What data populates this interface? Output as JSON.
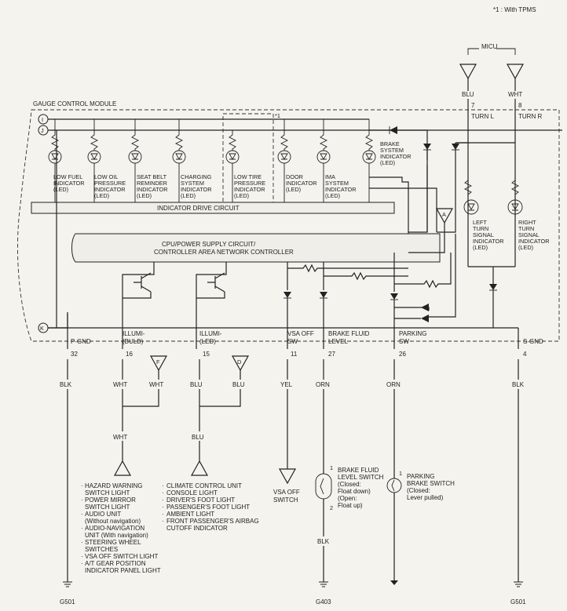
{
  "note": "*1 : With TPMS",
  "module_title": "GAUGE CONTROL MODULE",
  "micu": {
    "label": "MICU",
    "left_color": "BLU",
    "right_color": "WHT",
    "left_pin": "7",
    "right_pin": "8",
    "left_func": "TURN L",
    "right_func": "TURN R"
  },
  "terminals": {
    "i": "I",
    "j": "J",
    "k": "K"
  },
  "tpms_mark": "*1",
  "indicators": [
    {
      "l1": "LOW FUEL",
      "l2": "INDICATOR",
      "l3": "(LED)",
      "l4": ""
    },
    {
      "l1": "LOW OIL",
      "l2": "PRESSURE",
      "l3": "INDICATOR",
      "l4": "(LED)"
    },
    {
      "l1": "SEAT BELT",
      "l2": "REMINDER",
      "l3": "INDICATOR",
      "l4": "(LED)"
    },
    {
      "l1": "CHARGING",
      "l2": "SYSTEM",
      "l3": "INDICATOR",
      "l4": "(LED)"
    },
    {
      "l1": "LOW TIRE",
      "l2": "PRESSURE",
      "l3": "INDICATOR",
      "l4": "(LED)"
    },
    {
      "l1": "DOOR",
      "l2": "INDICATOR",
      "l3": "(LED)",
      "l4": ""
    },
    {
      "l1": "IMA",
      "l2": "SYSTEM",
      "l3": "INDICATOR",
      "l4": "(LED)"
    }
  ],
  "brake_indicator": {
    "l1": "BRAKE",
    "l2": "SYSTEM",
    "l3": "INDICATOR",
    "l4": "(LED)"
  },
  "indicator_drive": "INDICATOR DRIVE CIRCUIT",
  "cpu": {
    "l1": "CPU/POWER SUPPLY CIRCUIT/",
    "l2": "CONTROLLER AREA NETWORK CONTROLLER"
  },
  "turn_left": {
    "l1": "LEFT",
    "l2": "TURN",
    "l3": "SIGNAL",
    "l4": "INDICATOR",
    "l5": "(LED)"
  },
  "turn_right": {
    "l1": "RIGHT",
    "l2": "TURN",
    "l3": "SIGNAL",
    "l4": "INDICATOR",
    "l5": "(LED)"
  },
  "connectors": {
    "a": "A",
    "f": "F",
    "d": "D"
  },
  "pins": [
    {
      "name1": "P-GND",
      "name2": "",
      "pin": "32",
      "color": "BLK"
    },
    {
      "name1": "ILLUMI-",
      "name2": "(BULB)",
      "pin": "16",
      "color": "WHT"
    },
    {
      "name1": "ILLUMI-",
      "name2": "(LED)",
      "pin": "15",
      "color": "BLU"
    },
    {
      "name1": "VSA OFF",
      "name2": "SW",
      "pin": "11",
      "color": "YEL"
    },
    {
      "name1": "BRAKE FLUID",
      "name2": "LEVEL",
      "pin": "27",
      "color": "ORN"
    },
    {
      "name1": "PARKING",
      "name2": "SW",
      "pin": "26",
      "color": "ORN"
    },
    {
      "name1": "S-GND",
      "name2": "",
      "pin": "4",
      "color": "BLK"
    }
  ],
  "f_color": "WHT",
  "d_color": "BLU",
  "wht_lower": "WHT",
  "blu_lower": "BLU",
  "bulb_loads": [
    "HAZARD WARNING",
    "SWITCH LIGHT",
    "POWER MIRROR",
    "SWITCH LIGHT",
    "AUDIO UNIT",
    "(Without navigation)",
    "AUDIO-NAVIGATION",
    "UNIT (With navigation)",
    "STEERING WHEEL",
    "SWITCHES",
    "VSA OFF SWITCH LIGHT",
    "A/T GEAR POSITION",
    "INDICATOR PANEL LIGHT"
  ],
  "led_loads": [
    "CLIMATE CONTROL UNIT",
    "CONSOLE LIGHT",
    "DRIVER'S FOOT LIGHT",
    "PASSENGER'S FOOT LIGHT",
    "AMBIENT LIGHT",
    "FRONT PASSENGER'S AIRBAG",
    "CUTOFF INDICATOR"
  ],
  "vsa_switch": {
    "l1": "VSA OFF",
    "l2": "SWITCH"
  },
  "brake_fluid_switch": {
    "l1": "BRAKE FLUID",
    "l2": "LEVEL SWITCH",
    "l3": "(Closed:",
    "l4": "Float down)",
    "l5": "(Open:",
    "l6": "Float up)",
    "pin1": "1",
    "pin2": "2",
    "wire": "BLK"
  },
  "parking_switch": {
    "l1": "PARKING",
    "l2": "BRAKE SWITCH",
    "l3": "(Closed:",
    "l4": "Lever pulled)",
    "pin1": "1"
  },
  "grounds": [
    "G501",
    "G403",
    "G501"
  ]
}
